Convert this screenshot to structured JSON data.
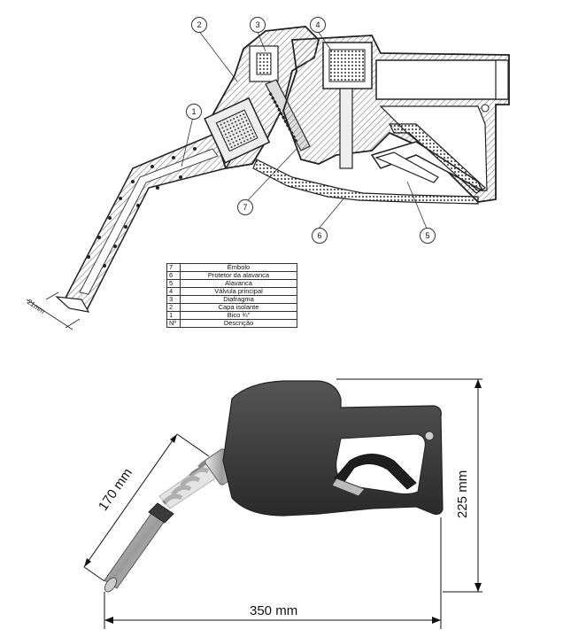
{
  "callouts": [
    {
      "num": "1"
    },
    {
      "num": "2"
    },
    {
      "num": "3"
    },
    {
      "num": "4"
    },
    {
      "num": "5"
    },
    {
      "num": "6"
    },
    {
      "num": "7"
    }
  ],
  "parts_table": {
    "rows": [
      {
        "num": "7",
        "desc": "Êmbolo"
      },
      {
        "num": "6",
        "desc": "Protetor da alavanca"
      },
      {
        "num": "5",
        "desc": "Alavanca"
      },
      {
        "num": "4",
        "desc": "Válvula principal"
      },
      {
        "num": "3",
        "desc": "Diafragma"
      },
      {
        "num": "2",
        "desc": "Capa isolante"
      },
      {
        "num": "1",
        "desc": "Bico ¾\""
      }
    ],
    "header": {
      "num": "Nº",
      "desc": "Descrição"
    }
  },
  "dimensions": {
    "spout_diameter": "21mm",
    "spout_length": "170 mm",
    "height": "225 mm",
    "width": "350 mm"
  }
}
